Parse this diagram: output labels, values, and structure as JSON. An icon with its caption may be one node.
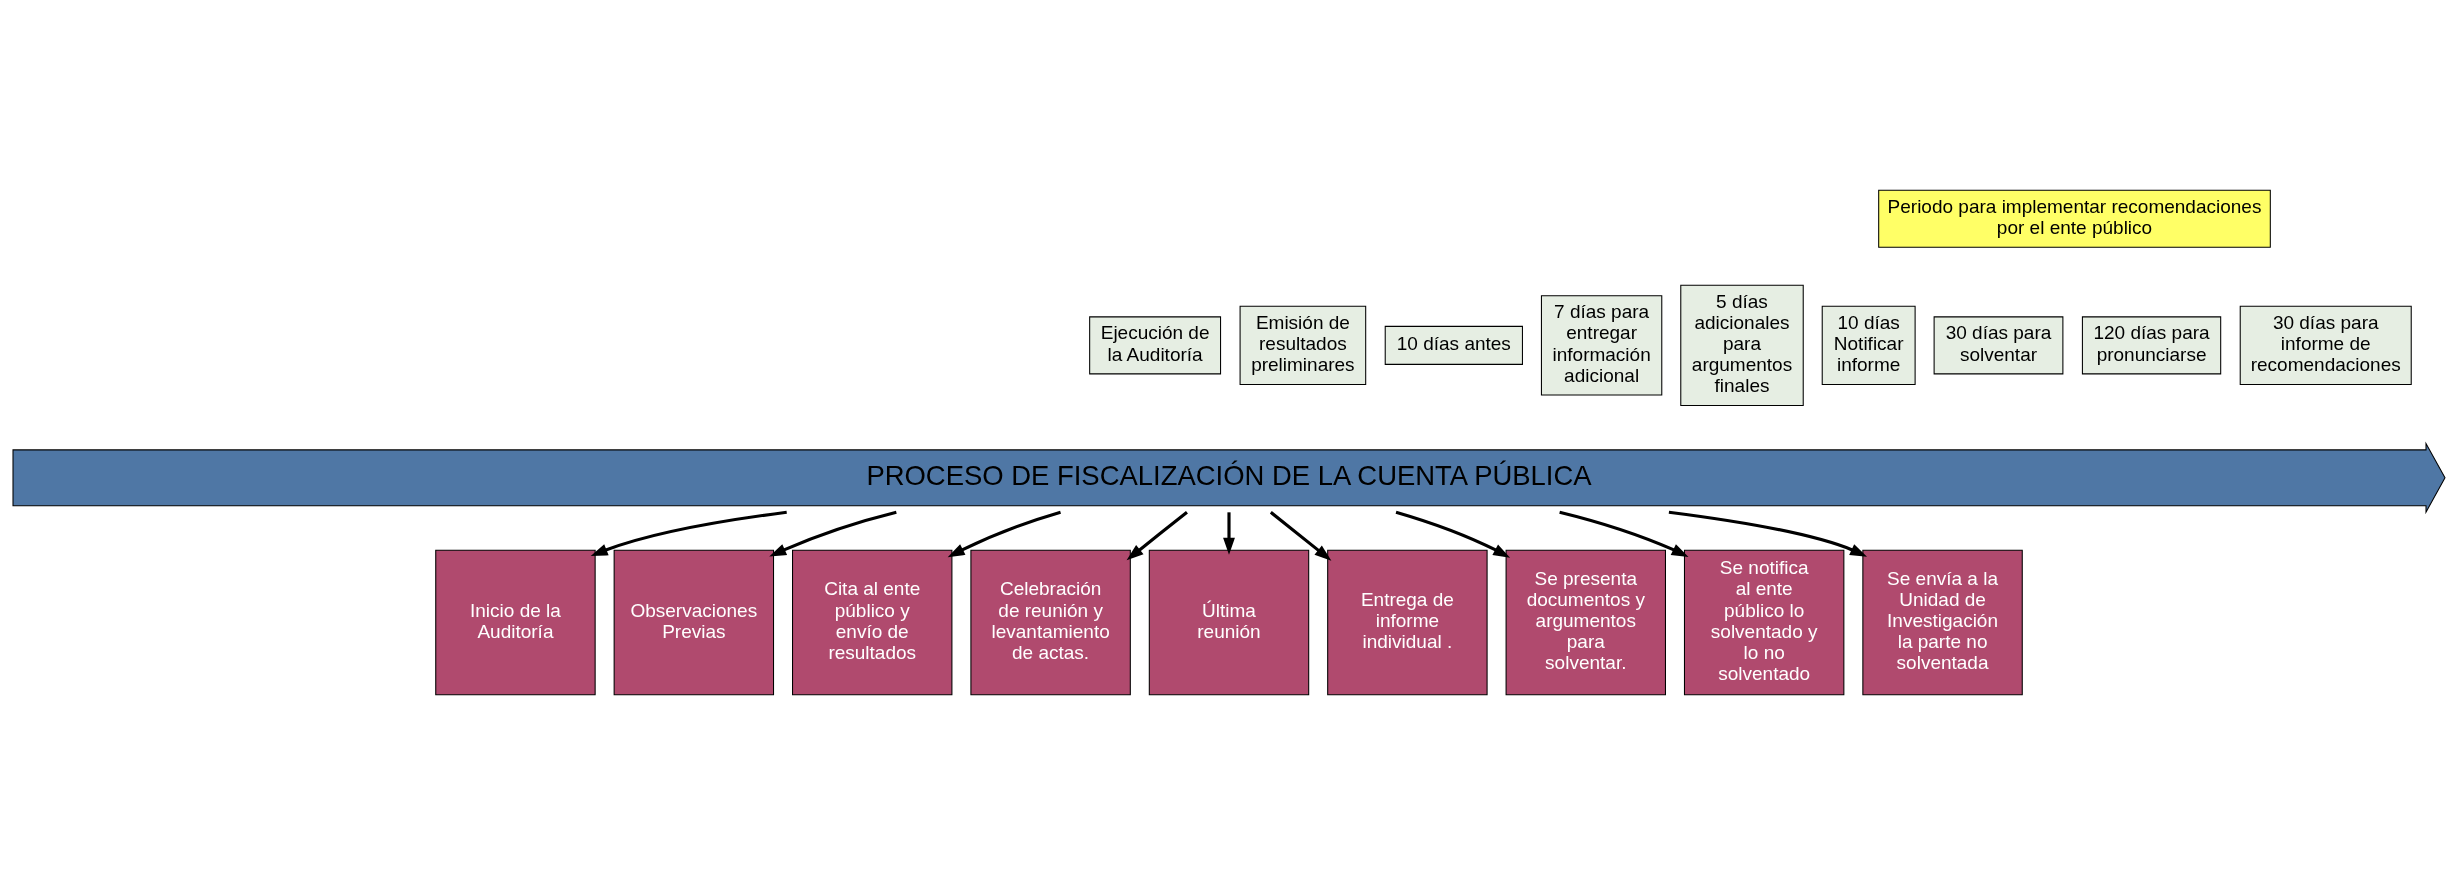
{
  "diagram": {
    "nodes": [
      {
        "text": [
          "Periodo para implementar recomendaciones por el ente público"
        ]
      },
      {
        "text": [
          "Ejecución de la Auditoría"
        ]
      },
      {
        "text": [
          "Emisión de resultados preliminares"
        ]
      },
      {
        "text": [
          "10 días antes"
        ]
      },
      {
        "text": [
          "7 días para entregar información adicional"
        ]
      },
      {
        "text": [
          "5 días adicionales para argumentos finales"
        ]
      },
      {
        "text": [
          "10 días Notificar informe"
        ]
      },
      {
        "text": [
          "30 días para solventar"
        ]
      },
      {
        "text": [
          "120 días para pronunciarse"
        ]
      },
      {
        "text": [
          "30 días para informe de recomendaciones"
        ]
      },
      {
        "text": [
          "PROCESO DE FISCALIZACIÓN DE LA CUENTA PÚBLICA"
        ]
      },
      {
        "text": [
          "Inicio de la Auditoría"
        ]
      },
      {
        "text": [
          "Observaciones Previas"
        ]
      },
      {
        "text": [
          "Cita al ente público y envío de resultados"
        ]
      },
      {
        "text": [
          "Celebración de reunión y levantamiento de actas."
        ]
      },
      {
        "text": [
          "Última reunión"
        ]
      },
      {
        "text": [
          "Entrega de informe individual ."
        ]
      },
      {
        "text": [
          "Se presenta documentos y argumentos para solventar."
        ]
      },
      {
        "text": [
          "Se notifica al ente público lo solventado y lo no solventado"
        ]
      },
      {
        "text": [
          "Se envía a la Unidad de Investigación la parte no solventada"
        ]
      }
    ],
    "edges": [
      {
        "from": 10,
        "to": 11,
        "arrow": "to"
      },
      {
        "from": 10,
        "to": 12,
        "arrow": "to"
      },
      {
        "from": 10,
        "to": 13,
        "arrow": "to"
      },
      {
        "from": 10,
        "to": 14,
        "arrow": "to"
      },
      {
        "from": 10,
        "to": 15,
        "arrow": "to"
      },
      {
        "from": 10,
        "to": 16,
        "arrow": "to"
      },
      {
        "from": 10,
        "to": 17,
        "arrow": "to"
      },
      {
        "from": 10,
        "to": 18,
        "arrow": "to"
      },
      {
        "from": 10,
        "to": 19,
        "arrow": "to"
      }
    ]
  }
}
